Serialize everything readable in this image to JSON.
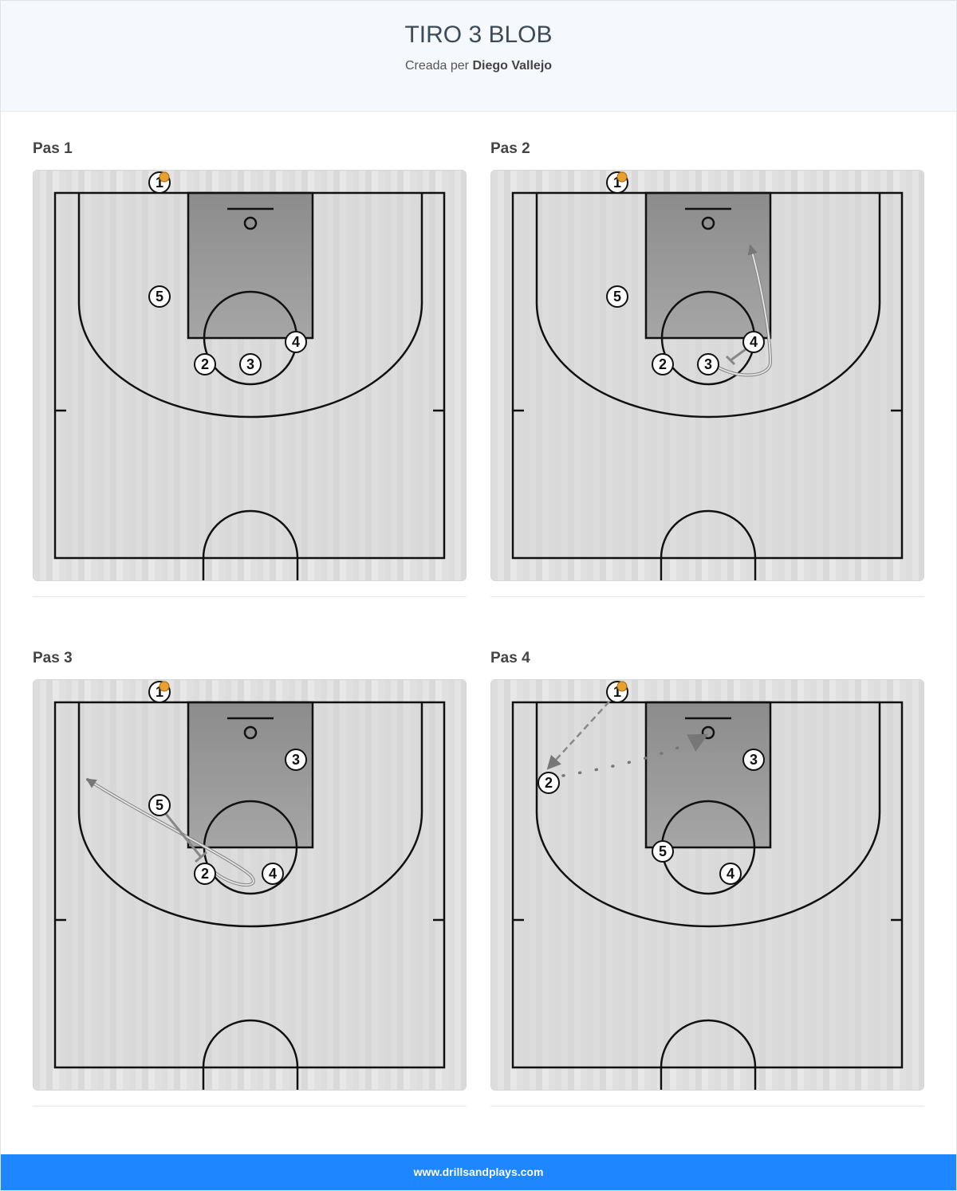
{
  "header": {
    "title": "TIRO 3 BLOB",
    "byline_prefix": "Creada per",
    "author": "Diego Vallejo"
  },
  "footer": {
    "url": "www.drillsandplays.com"
  },
  "colors": {
    "footer_bg": "#1e86ff",
    "header_bg": "#f5f9fd",
    "paint": "#8f8f8f",
    "floor": "#d9d9d9",
    "ball": "#e8a030"
  },
  "diagram": {
    "type": "basketball-play",
    "steps": [
      {
        "label": "Pas 1",
        "players": [
          {
            "num": "1",
            "ball": true
          },
          {
            "num": "5"
          },
          {
            "num": "4"
          },
          {
            "num": "2"
          },
          {
            "num": "3"
          }
        ],
        "actions": []
      },
      {
        "label": "Pas 2",
        "players": [
          {
            "num": "1",
            "ball": true
          },
          {
            "num": "5"
          },
          {
            "num": "4"
          },
          {
            "num": "2"
          },
          {
            "num": "3"
          }
        ],
        "actions": [
          {
            "kind": "screen",
            "from": "4",
            "to": "3"
          },
          {
            "kind": "cut",
            "player": "3"
          }
        ]
      },
      {
        "label": "Pas 3",
        "players": [
          {
            "num": "1",
            "ball": true
          },
          {
            "num": "3"
          },
          {
            "num": "5"
          },
          {
            "num": "2"
          },
          {
            "num": "4"
          }
        ],
        "actions": [
          {
            "kind": "screen",
            "from": "5",
            "to": "2"
          },
          {
            "kind": "cut",
            "player": "2"
          }
        ]
      },
      {
        "label": "Pas 4",
        "players": [
          {
            "num": "1",
            "ball": true
          },
          {
            "num": "3"
          },
          {
            "num": "2"
          },
          {
            "num": "5"
          },
          {
            "num": "4"
          }
        ],
        "actions": [
          {
            "kind": "pass",
            "from": "1",
            "to": "2"
          },
          {
            "kind": "shot",
            "player": "2"
          }
        ]
      }
    ]
  }
}
